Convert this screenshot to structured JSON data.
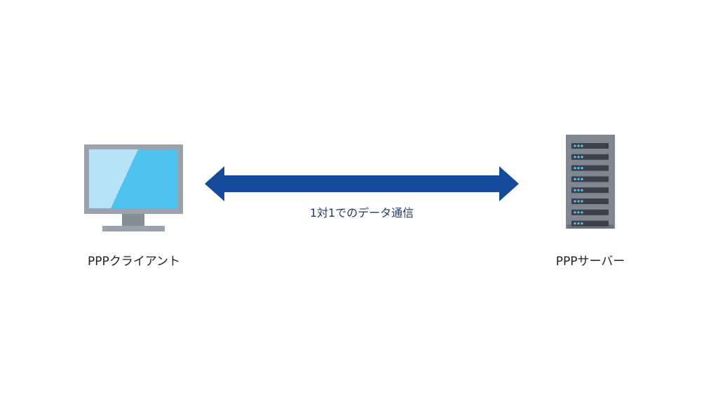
{
  "diagram": {
    "nodes": [
      {
        "id": "client",
        "label": "PPPクライアント",
        "icon": "monitor-icon"
      },
      {
        "id": "server",
        "label": "PPPサーバー",
        "icon": "server-rack-icon"
      }
    ],
    "edges": [
      {
        "from": "client",
        "to": "server",
        "label": "1対1でのデータ通信",
        "direction": "bidirectional"
      }
    ],
    "colors": {
      "arrow": "#164a9a",
      "monitor_frame": "#9aa3ad",
      "monitor_screen": "#4ec3f0",
      "monitor_glare": "#b8e2f8",
      "server_body": "#7f8790",
      "server_slot": "#3b4149",
      "server_led": "#5fc6ee"
    }
  }
}
